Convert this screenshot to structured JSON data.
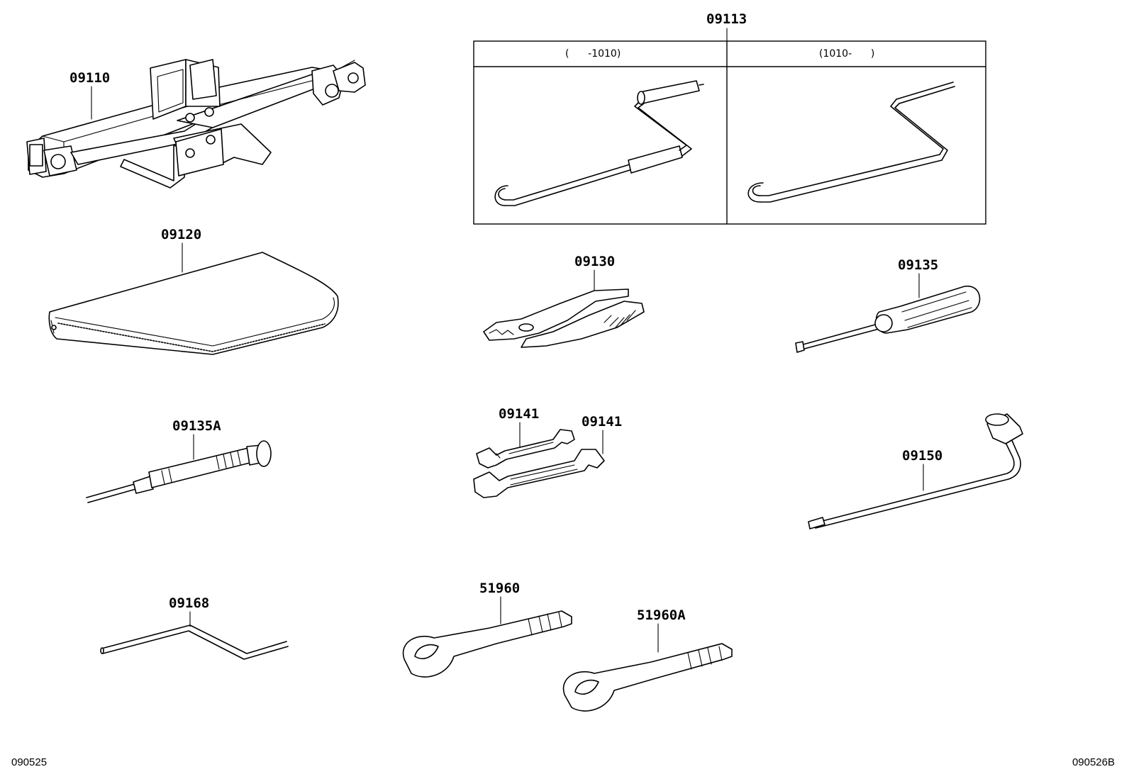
{
  "diagram": {
    "parts": {
      "jack": "09110",
      "handle_kit": "09113",
      "tool_bag": "09120",
      "pliers": "09130",
      "screwdriver": "09135",
      "screwdriver_alt": "09135A",
      "wrench_small": "09141",
      "wrench_large": "09141",
      "lug_wrench": "09150",
      "crank_rod": "09168",
      "tie_bolt": "51960",
      "tie_bolt_alt": "51960A"
    },
    "variants": {
      "left": "(      -1010)",
      "right": "(1010-      )"
    },
    "footer": {
      "left_code": "090525",
      "right_code": "090526B"
    }
  }
}
